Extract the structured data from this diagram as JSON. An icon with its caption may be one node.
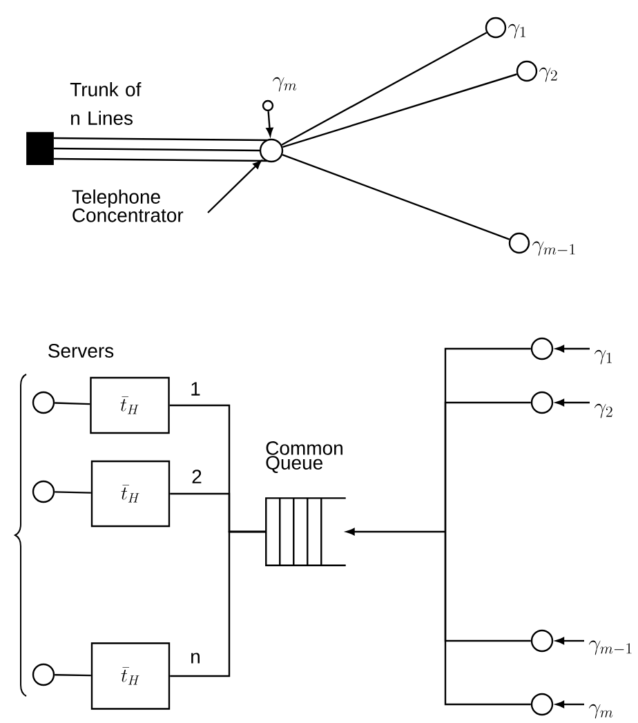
{
  "diagram": {
    "nodes": [
      {
        "text": [],
        "shape": "box"
      },
      {
        "text": [],
        "shape": "circle"
      },
      {
        "text": [],
        "shape": "circle",
        "beside": [
          "\\gamma_{m}"
        ]
      },
      {
        "text": [],
        "shape": "circle",
        "beside": [
          "\\gamma_{1}"
        ]
      },
      {
        "text": [],
        "shape": "circle",
        "beside": [
          "\\gamma_{2}"
        ]
      },
      {
        "text": [],
        "shape": "circle",
        "beside": [
          "\\gamma_{m-1}"
        ]
      },
      {
        "text": [
          "Telephone Concentrator"
        ]
      },
      {
        "text": [],
        "shape": "circle"
      },
      {
        "text": [
          "\\bar{t}_{H}"
        ]
      },
      {
        "text": [],
        "shape": "circle"
      },
      {
        "text": [
          "\\bar{t}_{H}"
        ]
      },
      {
        "text": [],
        "shape": "circle"
      },
      {
        "text": [
          "\\bar{t}_{H}"
        ]
      },
      {
        "text": [
          "Common Queue"
        ]
      },
      {
        "text": [],
        "shape": "circle"
      },
      {
        "text": [],
        "shape": "circle"
      },
      {
        "text": [],
        "shape": "circle"
      },
      {
        "text": [],
        "shape": "circle"
      },
      {
        "text": [
          "\\gamma_{1}"
        ]
      },
      {
        "text": [
          "\\gamma_{2}"
        ]
      },
      {
        "text": [
          "\\gamma_{m-1}"
        ]
      },
      {
        "text": [
          "\\gamma_{m}"
        ]
      }
    ],
    "edges": [
      {
        "from": 0,
        "to": 1,
        "arrow": "none"
      },
      {
        "from": 0,
        "to": 1,
        "arrow": "none"
      },
      {
        "from": 0,
        "to": 1,
        "arrow": "none"
      },
      {
        "from": 2,
        "to": 1,
        "arrow": "to"
      },
      {
        "from": 1,
        "to": 3,
        "arrow": "none"
      },
      {
        "from": 1,
        "to": 4,
        "arrow": "none"
      },
      {
        "from": 1,
        "to": 5,
        "arrow": "none"
      },
      {
        "from": 6,
        "to": 1,
        "arrow": "to"
      },
      {
        "from": 7,
        "to": 8,
        "arrow": "none"
      },
      {
        "from": 9,
        "to": 10,
        "arrow": "none"
      },
      {
        "from": 11,
        "to": 12,
        "arrow": "none"
      },
      {
        "from": 8,
        "to": 13,
        "arrow": "none",
        "label": "1"
      },
      {
        "from": 10,
        "to": 13,
        "arrow": "none",
        "label": "2"
      },
      {
        "from": 12,
        "to": 13,
        "arrow": "none",
        "label": "n"
      },
      {
        "from": 14,
        "to": 13,
        "arrow": "to"
      },
      {
        "from": 15,
        "to": 13,
        "arrow": "to"
      },
      {
        "from": 16,
        "to": 13,
        "arrow": "to"
      },
      {
        "from": 17,
        "to": 13,
        "arrow": "to"
      },
      {
        "from": 18,
        "to": 14,
        "arrow": "to"
      },
      {
        "from": 19,
        "to": 15,
        "arrow": "to"
      },
      {
        "from": 20,
        "to": 16,
        "arrow": "to"
      },
      {
        "from": 21,
        "to": 17,
        "arrow": "to"
      }
    ],
    "labels": [
      "Trunk of n Lines",
      "Servers"
    ]
  }
}
